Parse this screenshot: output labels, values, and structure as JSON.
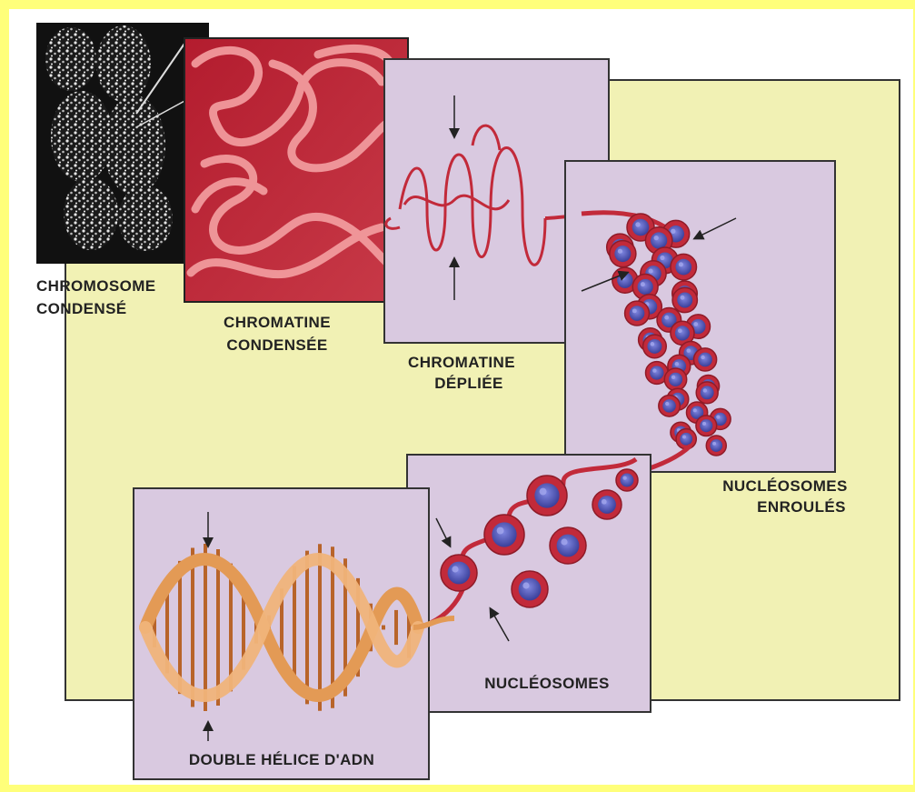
{
  "labels": {
    "chromosome_condense": [
      "CHROMOSOME",
      "CONDENSÉ"
    ],
    "chromatine_condensee": [
      "CHROMATINE",
      "CONDENSÉE"
    ],
    "chromatine_depliee": [
      "CHROMATINE",
      "DÉPLIÉE"
    ],
    "nucleosomes_enroules": [
      "NUCLÉOSOMES",
      "ENROULÉS"
    ],
    "nucleosomes": "NUCLÉOSOMES",
    "double_helice": "DOUBLE HÉLICE D'ADN"
  },
  "colors": {
    "frame_border": "#ffff7a",
    "background_panel": "#f1f1b4",
    "lavender_panel": "#d9c9e0",
    "chromatin_red": "#c22a3a",
    "chromatin_light": "#f07d86",
    "histone_blue": "#5a5fc0",
    "dna_orange": "#e39a55"
  }
}
